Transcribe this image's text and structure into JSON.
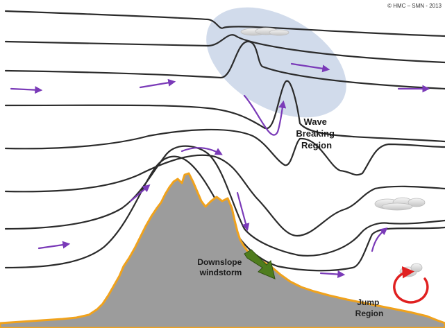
{
  "copyright": "© HMC – SMN - 2013",
  "labels": {
    "wave_breaking": [
      "Wave",
      "Breaking",
      "Region"
    ],
    "downslope": [
      "Downslope",
      "windstorm"
    ],
    "jump": [
      "Jump",
      "Region"
    ]
  },
  "colors": {
    "background": "#ffffff",
    "streamline": "#2b2b2b",
    "flow_arrow": "#7a3ab8",
    "mountain_fill": "#9c9c9c",
    "mountain_outline": "#f0a21c",
    "breaking_zone": "#c9d5e8",
    "windstorm_arrow": "#4f7d1e",
    "rotor": "#e02020",
    "cloud": "#e6e6e6"
  },
  "icons": [
    "flow-arrow-icon",
    "windstorm-arrow-icon",
    "rotor-icon",
    "cloud-icon"
  ]
}
